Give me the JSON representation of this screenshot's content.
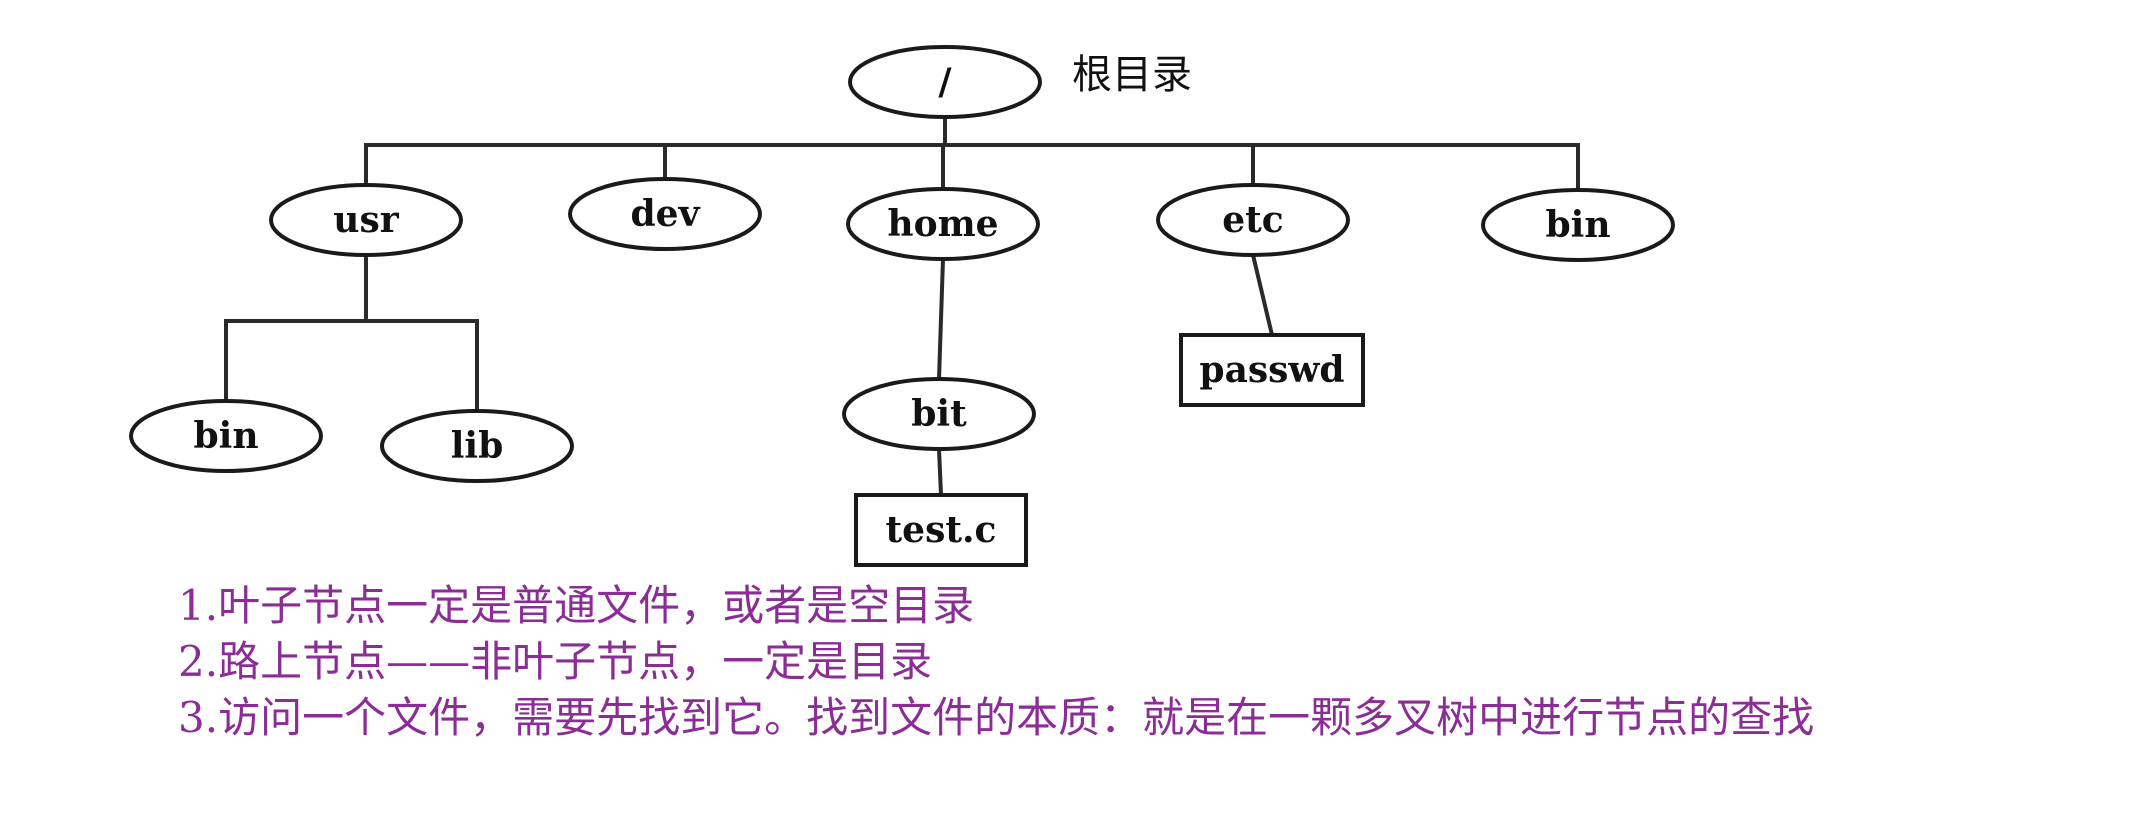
{
  "diagram": {
    "root_caption": "根目录",
    "nodes": [
      {
        "id": "root",
        "label": "/",
        "kind": "dir"
      },
      {
        "id": "usr",
        "label": "usr",
        "kind": "dir"
      },
      {
        "id": "dev",
        "label": "dev",
        "kind": "dir"
      },
      {
        "id": "home",
        "label": "home",
        "kind": "dir"
      },
      {
        "id": "etc",
        "label": "etc",
        "kind": "dir"
      },
      {
        "id": "bin-top",
        "label": "bin",
        "kind": "dir"
      },
      {
        "id": "bin-usr",
        "label": "bin",
        "kind": "dir"
      },
      {
        "id": "lib",
        "label": "lib",
        "kind": "dir"
      },
      {
        "id": "bit",
        "label": "bit",
        "kind": "dir"
      },
      {
        "id": "passwd",
        "label": "passwd",
        "kind": "file"
      },
      {
        "id": "test-c",
        "label": "test.c",
        "kind": "file"
      }
    ],
    "edges": [
      [
        "root",
        "usr"
      ],
      [
        "root",
        "dev"
      ],
      [
        "root",
        "home"
      ],
      [
        "root",
        "etc"
      ],
      [
        "root",
        "bin-top"
      ],
      [
        "usr",
        "bin-usr"
      ],
      [
        "usr",
        "lib"
      ],
      [
        "home",
        "bit"
      ],
      [
        "bit",
        "test-c"
      ],
      [
        "etc",
        "passwd"
      ]
    ]
  },
  "notes": [
    "1.叶子节点一定是普通文件，或者是空目录",
    "2.路上节点——非叶子节点，一定是目录",
    "3.访问一个文件，需要先找到它。找到文件的本质：就是在一颗多叉树中进行节点的查找"
  ]
}
